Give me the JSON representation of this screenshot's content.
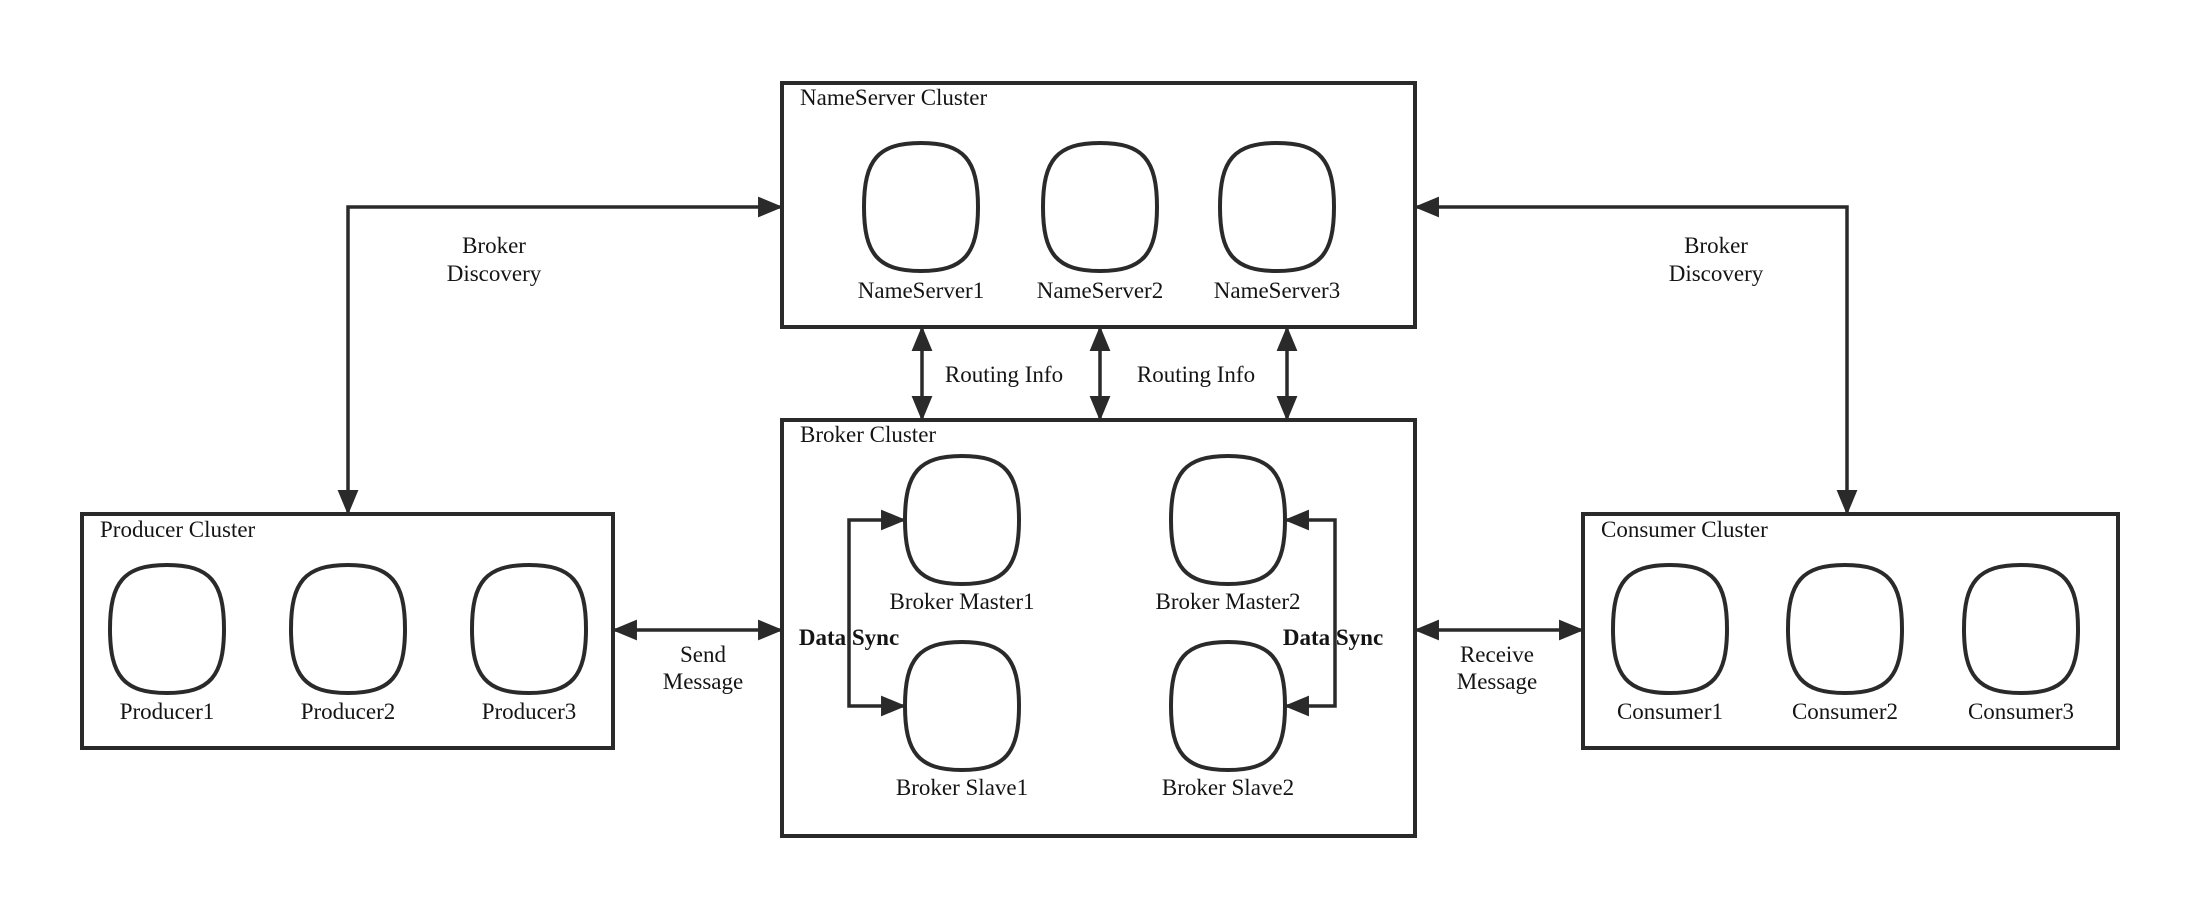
{
  "clusters": {
    "nameserver": {
      "title": "NameServer Cluster",
      "nodes": [
        "NameServer1",
        "NameServer2",
        "NameServer3"
      ]
    },
    "broker": {
      "title": "Broker Cluster",
      "nodes": [
        "Broker Master1",
        "Broker Master2",
        "Broker Slave1",
        "Broker Slave2"
      ]
    },
    "producer": {
      "title": "Producer Cluster",
      "nodes": [
        "Producer1",
        "Producer2",
        "Producer3"
      ]
    },
    "consumer": {
      "title": "Consumer Cluster",
      "nodes": [
        "Consumer1",
        "Consumer2",
        "Consumer3"
      ]
    }
  },
  "edges": {
    "broker_discovery_left": {
      "line1": "Broker",
      "line2": "Discovery"
    },
    "broker_discovery_right": {
      "line1": "Broker",
      "line2": "Discovery"
    },
    "routing_info_left": "Routing Info",
    "routing_info_right": "Routing Info",
    "send_message": {
      "line1": "Send",
      "line2": "Message"
    },
    "receive_message": {
      "line1": "Receive",
      "line2": "Message"
    },
    "data_sync_left": "Data Sync",
    "data_sync_right": "Data Sync"
  },
  "colors": {
    "line": "#2a2a2a",
    "text": "#141414",
    "background": "#ffffff"
  }
}
